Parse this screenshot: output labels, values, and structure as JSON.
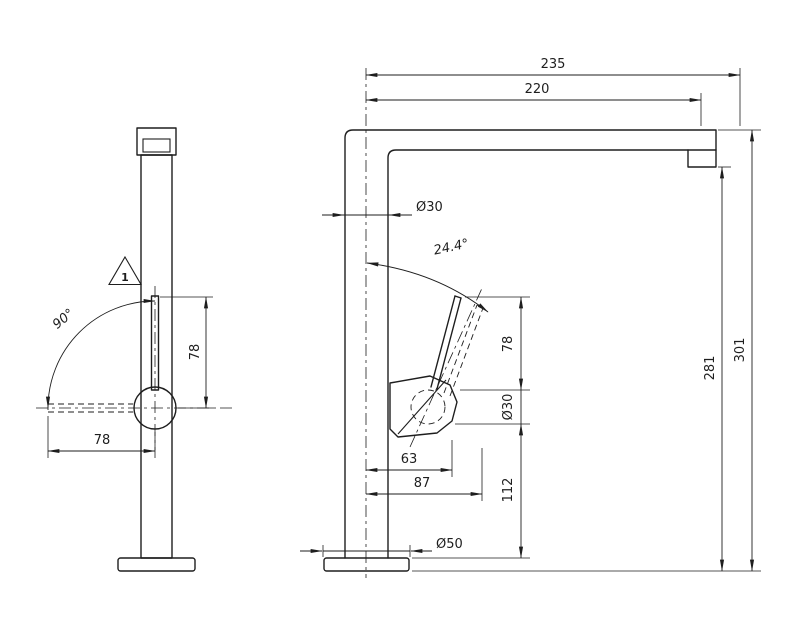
{
  "meta": {
    "background": "#ffffff",
    "ink": "#1e1e1e",
    "drawing_type": "faucet technical dimension drawing"
  },
  "front_view": {
    "angle": "90°",
    "lever_height": "78",
    "lever_reach": "78",
    "callout": "1"
  },
  "side_view": {
    "total_reach": "235",
    "spout_reach": "220",
    "spout_diameter": "Ø30",
    "lever_angle": "24.4°",
    "lever_height": "78",
    "cartridge_diameter": "Ø30",
    "lever_offset": "63",
    "lever_reach": "87",
    "cartridge_height": "112",
    "spout_height": "281",
    "total_height": "301",
    "base_diameter": "Ø50"
  }
}
